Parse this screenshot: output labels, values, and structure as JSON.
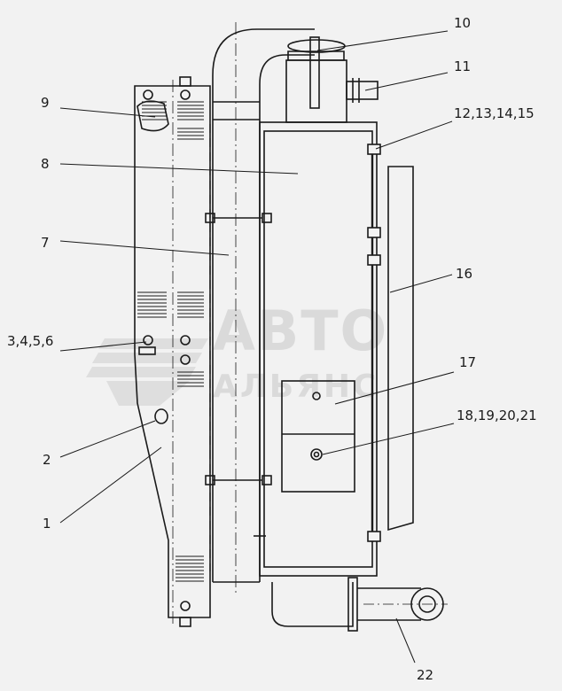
{
  "figure": {
    "callouts": [
      {
        "id": "c10",
        "text": "10"
      },
      {
        "id": "c11",
        "text": "11"
      },
      {
        "id": "c12",
        "text": "12,13,14,15"
      },
      {
        "id": "c9",
        "text": "9"
      },
      {
        "id": "c8",
        "text": "8"
      },
      {
        "id": "c7",
        "text": "7"
      },
      {
        "id": "c16",
        "text": "16"
      },
      {
        "id": "c3",
        "text": "3,4,5,6"
      },
      {
        "id": "c17",
        "text": "17"
      },
      {
        "id": "c18",
        "text": "18,19,20,21"
      },
      {
        "id": "c2",
        "text": "2"
      },
      {
        "id": "c1",
        "text": "1"
      },
      {
        "id": "c22",
        "text": "22"
      }
    ],
    "watermark": {
      "line1": "АВТО",
      "line2": "АЛЬЯНС",
      "color": "#c8c8c8"
    },
    "colors": {
      "background": "#f2f2f2",
      "line": "#1a1a1a"
    }
  }
}
